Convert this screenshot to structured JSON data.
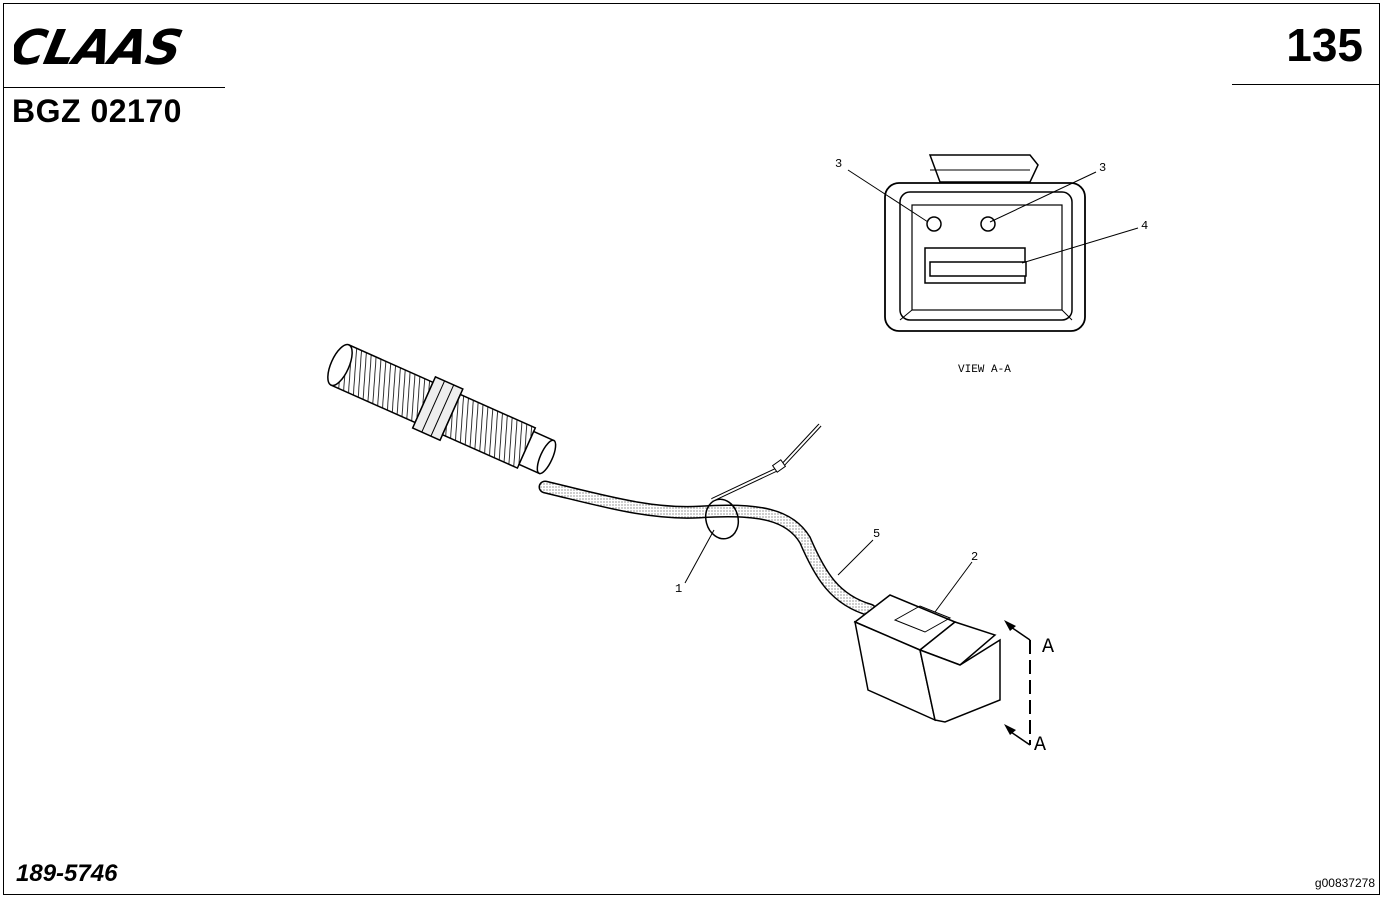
{
  "header": {
    "brand": "CLAAS",
    "doc_code": "BGZ 02170",
    "page_number": "135"
  },
  "footer": {
    "part_number": "189-5746",
    "image_id": "g00837278"
  },
  "drawing": {
    "callouts": {
      "c1": "1",
      "c2": "2",
      "c3a": "3",
      "c3b": "3",
      "c4": "4",
      "c5": "5"
    },
    "section_marker": "A",
    "view_label": "VIEW  A-A"
  }
}
